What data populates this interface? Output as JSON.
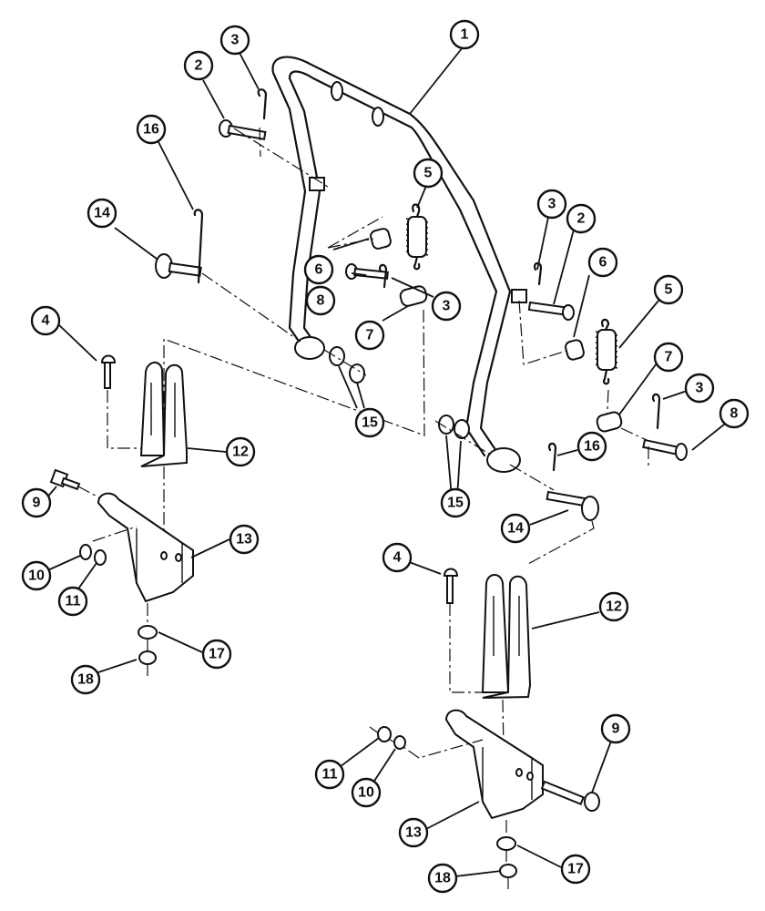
{
  "callouts": [
    {
      "id": "c1a",
      "label": "1"
    },
    {
      "id": "c2a",
      "label": "2"
    },
    {
      "id": "c2b",
      "label": "2"
    },
    {
      "id": "c3a",
      "label": "3"
    },
    {
      "id": "c3b",
      "label": "3"
    },
    {
      "id": "c3c",
      "label": "3"
    },
    {
      "id": "c3d",
      "label": "3"
    },
    {
      "id": "c4a",
      "label": "4"
    },
    {
      "id": "c4b",
      "label": "4"
    },
    {
      "id": "c5a",
      "label": "5"
    },
    {
      "id": "c5b",
      "label": "5"
    },
    {
      "id": "c6a",
      "label": "6"
    },
    {
      "id": "c6b",
      "label": "6"
    },
    {
      "id": "c7a",
      "label": "7"
    },
    {
      "id": "c7b",
      "label": "7"
    },
    {
      "id": "c8a",
      "label": "8"
    },
    {
      "id": "c8b",
      "label": "8"
    },
    {
      "id": "c9a",
      "label": "9"
    },
    {
      "id": "c9b",
      "label": "9"
    },
    {
      "id": "c10a",
      "label": "10"
    },
    {
      "id": "c10b",
      "label": "10"
    },
    {
      "id": "c11a",
      "label": "11"
    },
    {
      "id": "c11b",
      "label": "11"
    },
    {
      "id": "c12a",
      "label": "12"
    },
    {
      "id": "c12b",
      "label": "12"
    },
    {
      "id": "c13a",
      "label": "13"
    },
    {
      "id": "c13b",
      "label": "13"
    },
    {
      "id": "c14a",
      "label": "14"
    },
    {
      "id": "c14b",
      "label": "14"
    },
    {
      "id": "c15a",
      "label": "15"
    },
    {
      "id": "c15b",
      "label": "15"
    },
    {
      "id": "c16a",
      "label": "16"
    },
    {
      "id": "c16b",
      "label": "16"
    },
    {
      "id": "c17a",
      "label": "17"
    },
    {
      "id": "c17b",
      "label": "17"
    },
    {
      "id": "c18a",
      "label": "18"
    },
    {
      "id": "c18b",
      "label": "18"
    }
  ]
}
